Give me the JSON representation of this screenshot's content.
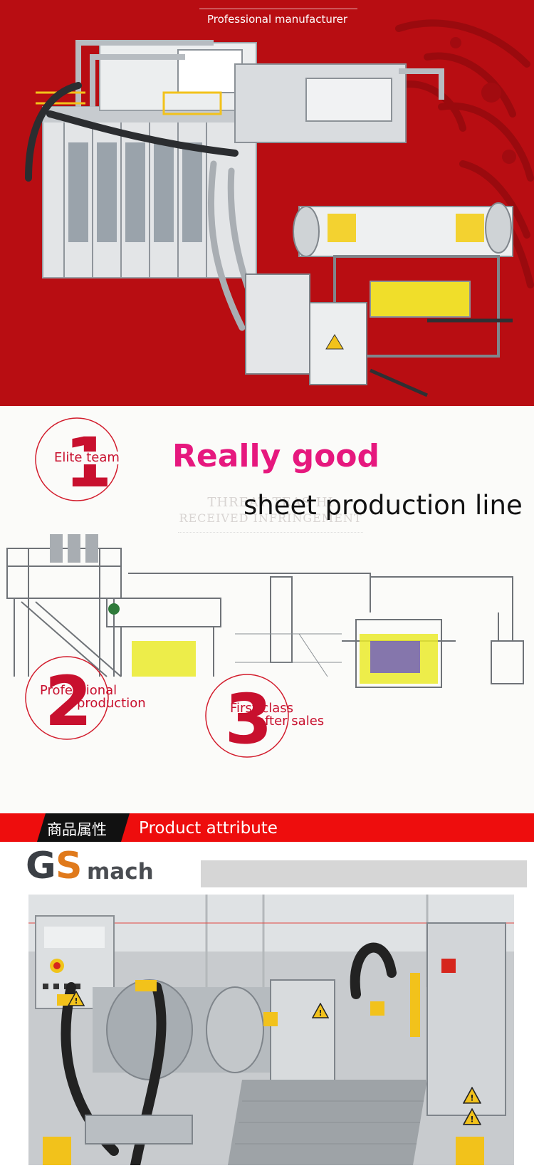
{
  "hero": {
    "subtitle": "Professional manufacturer",
    "colors": {
      "background": "#b80d12",
      "swirl": "#9a0a0e"
    }
  },
  "features": {
    "headline_primary": "Really good",
    "headline_secondary": "sheet production line",
    "ghost_line_1": "THREAT TEAS HI",
    "ghost_line_2": "RECEIVED INFRINGEMENT",
    "badges": [
      {
        "number": "1",
        "label_line_1": "Elite team",
        "label_line_2": ""
      },
      {
        "number": "2",
        "label_line_1": "Professional",
        "label_line_2": "production"
      },
      {
        "number": "3",
        "label_line_1": "First-class",
        "label_line_2": "after sales"
      }
    ],
    "colors": {
      "accent_pink": "#e6187e",
      "badge_red": "#c8102e"
    }
  },
  "attribute_bar": {
    "label_cn": "商品属性",
    "label_en": "Product attribute",
    "colors": {
      "bar": "#ee0d0d",
      "tab": "#111111"
    }
  },
  "brand": {
    "logo_g": "G",
    "logo_s": "S",
    "logo_mach": "mach"
  },
  "photo": {
    "icons": [
      "warning-triangle-icon",
      "warning-triangle-icon",
      "warning-triangle-icon",
      "warning-triangle-icon"
    ]
  }
}
